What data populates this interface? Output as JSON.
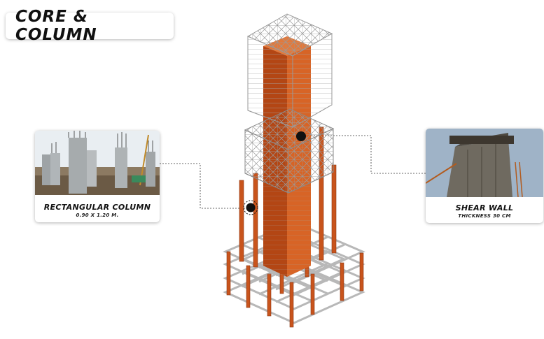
{
  "title": "CORE & COLUMN",
  "left_card": {
    "label": "RECTANGULAR COLUMN",
    "sublabel": "0.90 X 1.20 M."
  },
  "right_card": {
    "label": "SHEAR WALL",
    "sublabel": "THICKNESS 30 CM"
  },
  "colors": {
    "structure_orange": "#c8541c",
    "frame_lines": "#8a8a8a",
    "marker": "#111111"
  }
}
